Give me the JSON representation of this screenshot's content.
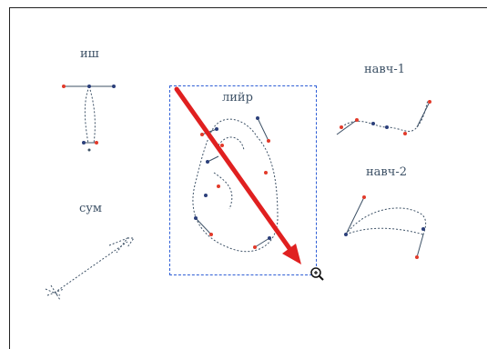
{
  "labels": {
    "ish": "иш",
    "sum": "сум",
    "liir": "лийр",
    "navch1": "навч-1",
    "navch2": "навч-2"
  },
  "colors": {
    "path": "#3d5166",
    "anchor_red": "#e23a2a",
    "anchor_blue": "#2b3f7a",
    "selection": "#2f5fd6",
    "arrow": "#e02020"
  },
  "icons": {
    "cursor": "zoom-in-cursor-icon"
  }
}
